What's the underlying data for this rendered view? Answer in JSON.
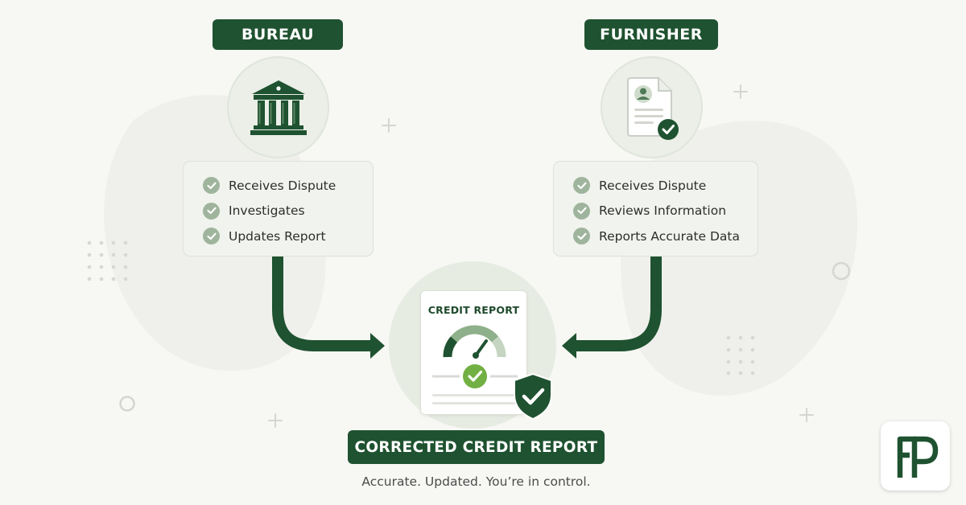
{
  "bureau": {
    "label": "BUREAU",
    "icon": "bank-building-icon",
    "steps": [
      "Receives Dispute",
      "Investigates",
      "Updates Report"
    ]
  },
  "furnisher": {
    "label": "FURNISHER",
    "icon": "document-person-check-icon",
    "steps": [
      "Receives Dispute",
      "Reviews Information",
      "Reports Accurate Data"
    ]
  },
  "report": {
    "title": "CREDIT REPORT",
    "icon": "gauge-check-shield-icon"
  },
  "result": {
    "label": "CORRECTED CREDIT REPORT",
    "tagline": "Accurate. Updated. You’re in control."
  },
  "brand": {
    "logo": "fp-monogram-logo"
  },
  "colors": {
    "dark_green": "#1f5230",
    "check_green": "#9fb49c",
    "accent_green": "#72b043",
    "background": "#f7f7f4"
  }
}
